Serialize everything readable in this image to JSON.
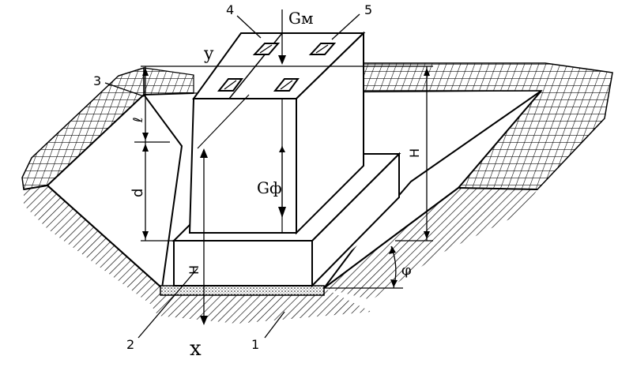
{
  "labels": {
    "num_1": "1",
    "num_2": "2",
    "num_3": "3",
    "num_4": "4",
    "num_5": "5",
    "force_top": "Gм",
    "force_weight": "Gф",
    "axis_x": "x",
    "axis_y": "y",
    "height_H": "H",
    "height_H_base": "H",
    "depth_d": "d",
    "length_l": "ℓ",
    "angle_phi": "φ"
  },
  "colors": {
    "line": "#000000",
    "hatch": "#000000",
    "background": "#ffffff",
    "sand": "#b8b8b8"
  },
  "icons": {
    "sockets": "anchor-bolt-well-icon",
    "ground": "soil-hatch-icon",
    "mesh": "grid-mesh-icon"
  }
}
